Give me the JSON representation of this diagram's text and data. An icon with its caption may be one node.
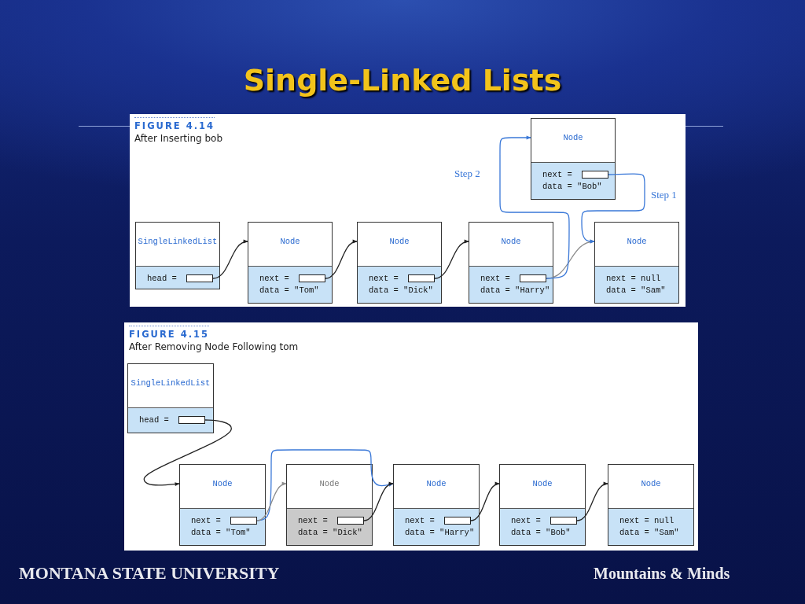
{
  "diagram": {
    "title": "Single-Linked Lists",
    "nodes": [
      {
        "text": [
          "FIGURE 4.14",
          "After Inserting bob"
        ]
      },
      {
        "text": [
          "Node",
          "next =",
          "data = \"Bob\""
        ],
        "in": 0
      },
      {
        "text": [],
        "shape": "box",
        "in": 1
      },
      {
        "text": [
          "SingleLinkedList",
          "head ="
        ],
        "in": 0
      },
      {
        "text": [],
        "shape": "box",
        "in": 3
      },
      {
        "text": [
          "Node",
          "next =",
          "data = \"Tom\""
        ],
        "in": 0
      },
      {
        "text": [],
        "shape": "box",
        "in": 5
      },
      {
        "text": [
          "Node",
          "next =",
          "data = \"Dick\""
        ],
        "in": 0
      },
      {
        "text": [],
        "shape": "box",
        "in": 7
      },
      {
        "text": [
          "Node",
          "next =",
          "data = \"Harry\""
        ],
        "in": 0
      },
      {
        "text": [],
        "shape": "box",
        "in": 9
      },
      {
        "text": [
          "Node",
          "next = null",
          "data = \"Sam\""
        ],
        "in": 0
      },
      {
        "text": [
          "FIGURE 4.15",
          "After Removing Node Following tom"
        ]
      },
      {
        "text": [
          "SingleLinkedList",
          "head ="
        ],
        "in": 12
      },
      {
        "text": [],
        "shape": "box",
        "in": 13
      },
      {
        "text": [
          "Node",
          "next =",
          "data = \"Tom\""
        ],
        "in": 12
      },
      {
        "text": [],
        "shape": "box",
        "in": 15
      },
      {
        "text": [
          "Node",
          "next =",
          "data = \"Dick\""
        ],
        "in": 12
      },
      {
        "text": [],
        "shape": "box",
        "in": 17
      },
      {
        "text": [
          "Node",
          "next =",
          "data = \"Harry\""
        ],
        "in": 12
      },
      {
        "text": [],
        "shape": "box",
        "in": 19
      },
      {
        "text": [
          "Node",
          "next =",
          "data = \"Bob\""
        ],
        "in": 12
      },
      {
        "text": [],
        "shape": "box",
        "in": 21
      },
      {
        "text": [
          "Node",
          "next = null",
          "data = \"Sam\""
        ],
        "in": 12
      }
    ],
    "edges": [
      {
        "from": 4,
        "to": 5,
        "arrow": "to"
      },
      {
        "from": 6,
        "to": 7,
        "arrow": "to"
      },
      {
        "from": 8,
        "to": 9,
        "arrow": "to"
      },
      {
        "from": 10,
        "to": 11,
        "arrow": "to",
        "color": "#8c8c8c"
      },
      {
        "from": 10,
        "to": 1,
        "arrow": "to",
        "label": "Step 2",
        "color": "#3a78d8"
      },
      {
        "from": 2,
        "to": 11,
        "arrow": "to",
        "label": "Step 1",
        "color": "#3a78d8"
      },
      {
        "from": 14,
        "to": 15,
        "arrow": "to"
      },
      {
        "from": 16,
        "to": 19,
        "arrow": "to",
        "color": "#3a78d8"
      },
      {
        "from": 16,
        "to": 17,
        "arrow": "to",
        "color": "#8c8c8c"
      },
      {
        "from": 18,
        "to": 19,
        "arrow": "to"
      },
      {
        "from": 20,
        "to": 21,
        "arrow": "to"
      },
      {
        "from": 22,
        "to": 23,
        "arrow": "to"
      }
    ],
    "labels": [
      "MONTANA STATE UNIVERSITY",
      "Mountains & Minds"
    ]
  }
}
